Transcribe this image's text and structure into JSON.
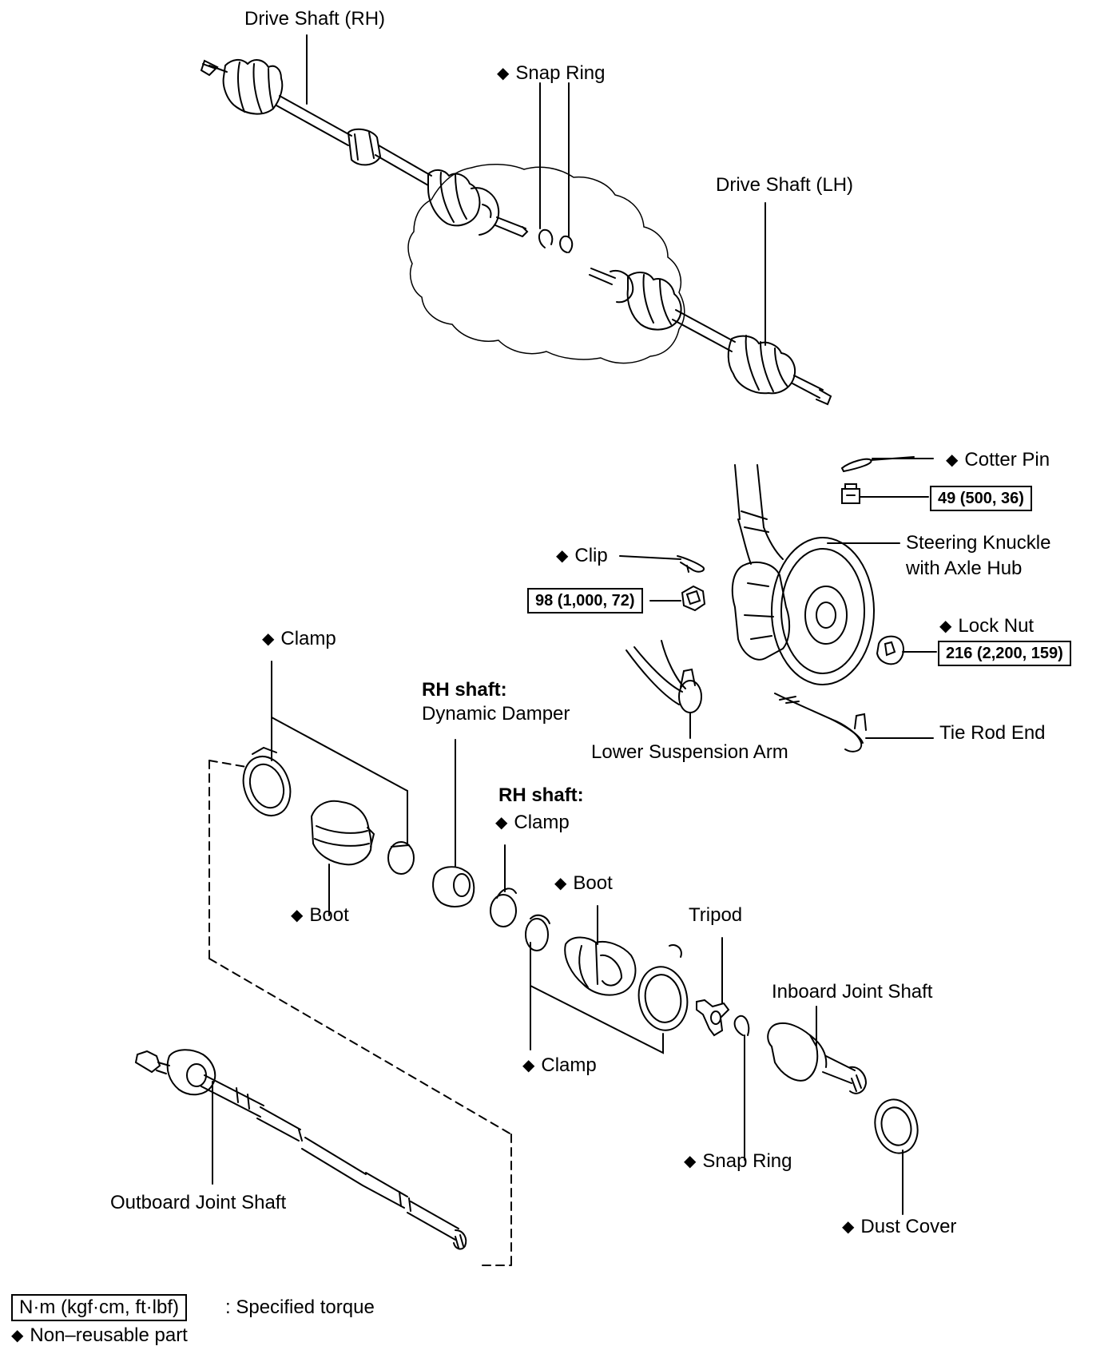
{
  "labels": {
    "drive_shaft_rh": "Drive Shaft (RH)",
    "snap_ring_top": "Snap Ring",
    "drive_shaft_lh": "Drive Shaft (LH)",
    "cotter_pin": "Cotter Pin",
    "steering_knuckle_1": "Steering Knuckle",
    "steering_knuckle_2": "with Axle Hub",
    "clip": "Clip",
    "lock_nut": "Lock Nut",
    "clamp_outboard": "Clamp",
    "rh_shaft_1": "RH shaft:",
    "dynamic_damper": "Dynamic Damper",
    "lower_suspension_arm": "Lower Suspension Arm",
    "tie_rod_end": "Tie Rod End",
    "rh_shaft_2": "RH shaft:",
    "clamp_rh": "Clamp",
    "boot_outboard": "Boot",
    "boot_inboard": "Boot",
    "tripod": "Tripod",
    "inboard_joint_shaft": "Inboard Joint Shaft",
    "clamp_inboard": "Clamp",
    "snap_ring_bottom": "Snap Ring",
    "outboard_joint_shaft": "Outboard Joint Shaft",
    "dust_cover": "Dust Cover"
  },
  "torques": {
    "castle_nut": "49 (500, 36)",
    "ball_joint_nut": "98 (1,000, 72)",
    "lock_nut": "216 (2,200, 159)"
  },
  "legend": {
    "torque_unit": "N·m (kgf·cm, ft·lbf)",
    "torque_desc": ": Specified torque",
    "non_reusable": "Non–reusable part"
  },
  "symbols": {
    "diamond": "◆"
  }
}
